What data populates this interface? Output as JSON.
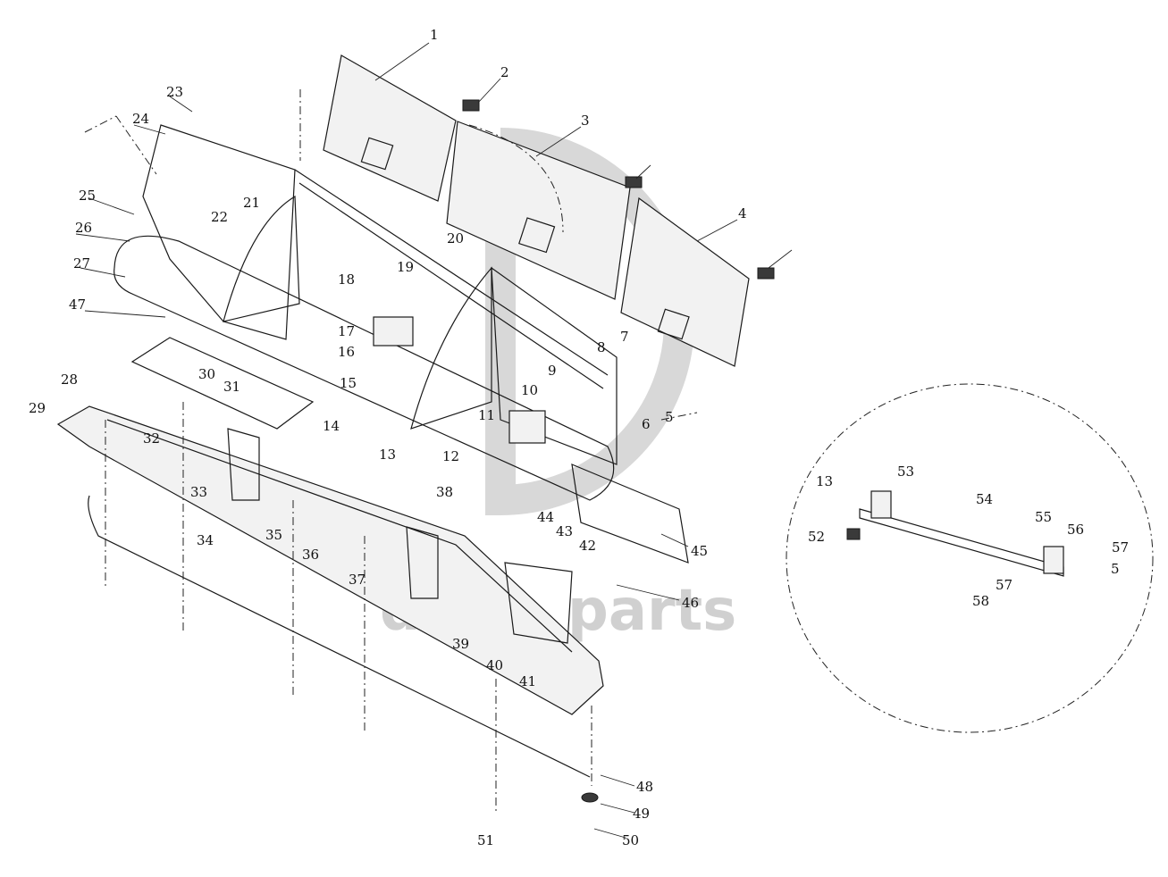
{
  "watermark": {
    "brand": "da__parts",
    "left": "da",
    "right": "parts"
  },
  "colors": {
    "line": "#1a1a1a",
    "watermark": "#d0d0d0",
    "background": "#ffffff"
  },
  "callouts": [
    "1",
    "2",
    "3",
    "4",
    "5",
    "6",
    "7",
    "8",
    "9",
    "10",
    "11",
    "12",
    "13",
    "14",
    "15",
    "16",
    "17",
    "18",
    "19",
    "20",
    "21",
    "22",
    "23",
    "24",
    "25",
    "26",
    "27",
    "28",
    "29",
    "30",
    "31",
    "32",
    "33",
    "34",
    "35",
    "36",
    "37",
    "38",
    "39",
    "40",
    "41",
    "42",
    "43",
    "44",
    "45",
    "46",
    "47",
    "48",
    "49",
    "50",
    "51",
    "52",
    "53",
    "54",
    "55",
    "56",
    "57",
    "58"
  ]
}
